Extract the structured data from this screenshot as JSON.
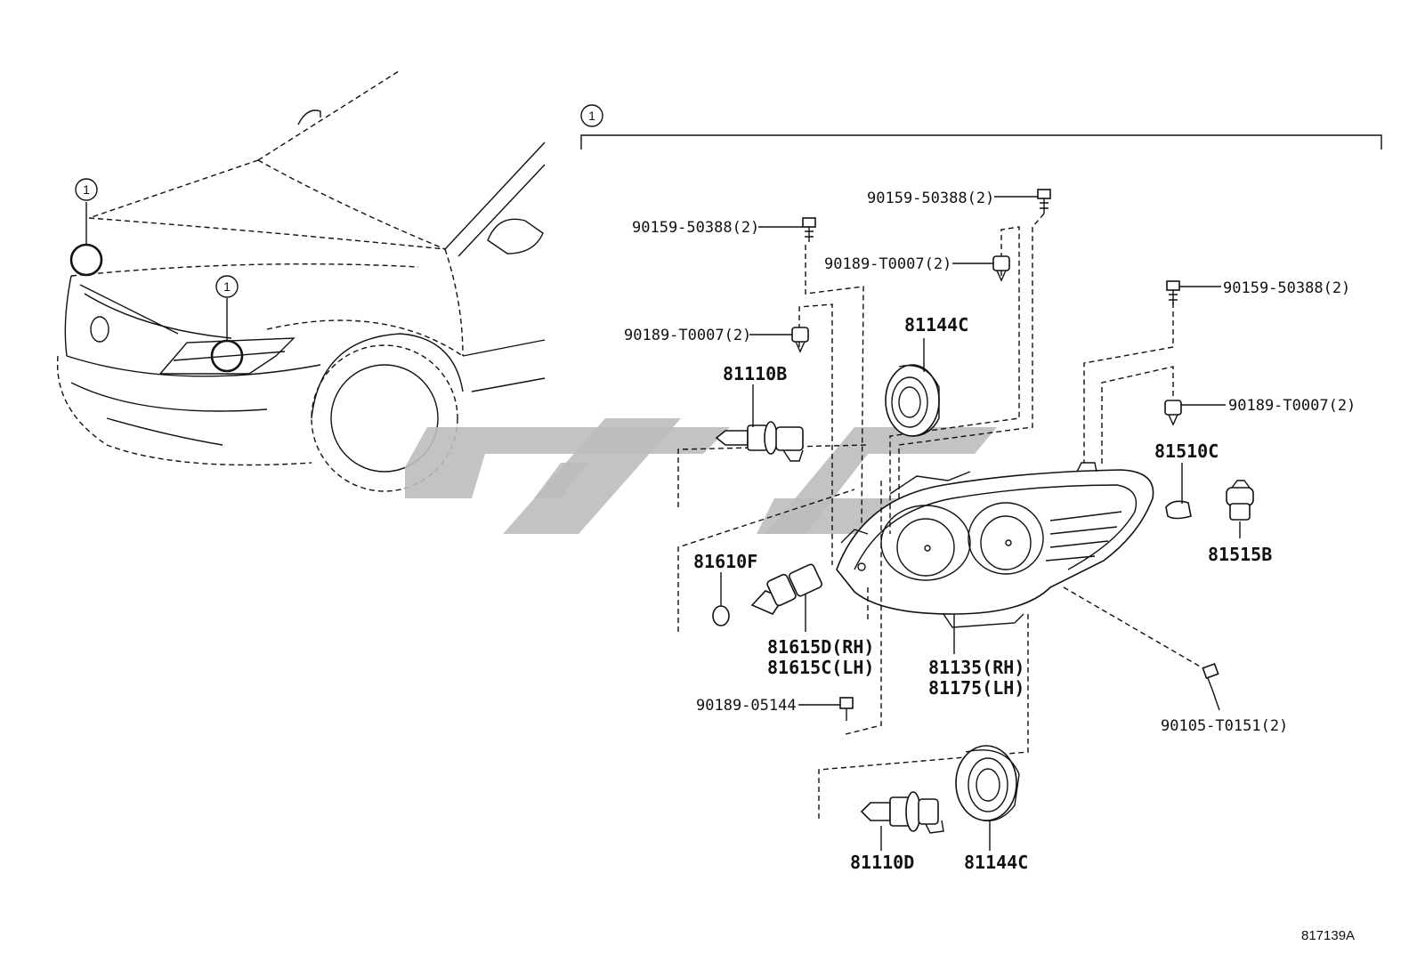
{
  "callout_number": "1",
  "labels": {
    "bolt_mid": "90159-50388(2)",
    "bolt_left": "90159-50388(2)",
    "bolt_right": "90159-50388(2)",
    "clip_mid": "90189-T0007(2)",
    "clip_left": "90189-T0007(2)",
    "clip_right": "90189-T0007(2)",
    "bulb_high": "81110B",
    "cap_top": "81144C",
    "bulb_side": "81510C",
    "socket_side": "81515B",
    "bulb_fog": "81610F",
    "socket_rh": "81615D(RH)",
    "socket_lh": "81615C(LH)",
    "housing_rh": "81135(RH)",
    "housing_lh": "81175(LH)",
    "screw_lower": "90189-05144",
    "screw_right": "90105-T0151(2)",
    "bulb_low": "81110D",
    "cap_bottom": "81144C"
  },
  "diagram_code": "817139A"
}
